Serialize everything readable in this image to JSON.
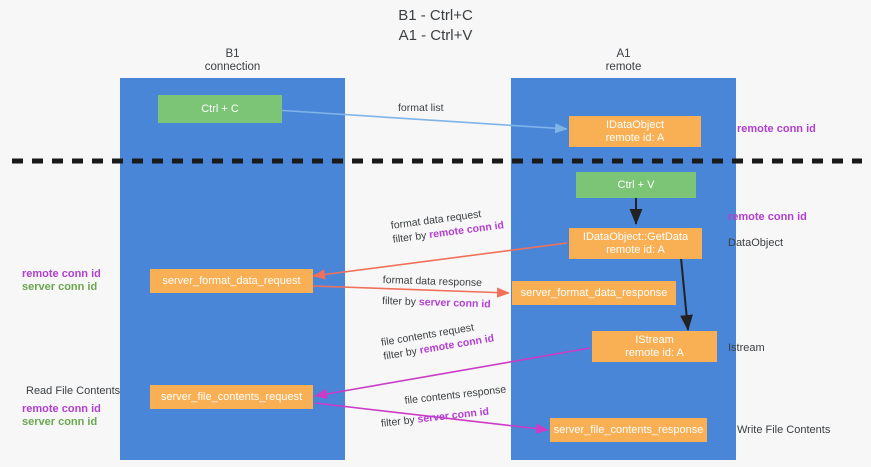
{
  "title": "B1 - Ctrl+C\nA1 - Ctrl+V",
  "lanes": [
    {
      "name": "B1",
      "sub": "connection",
      "header": "B1\nconnection"
    },
    {
      "name": "A1",
      "sub": "remote",
      "header": "A1\nremote"
    }
  ],
  "boxes": {
    "ctrl_c": {
      "line1": "Ctrl + C"
    },
    "idataobject": {
      "line1": "IDataObject",
      "line2": "remote id: A"
    },
    "ctrl_v": {
      "line1": "Ctrl + V"
    },
    "getdata": {
      "line1": "IDataObject::GetData",
      "line2": "remote id: A"
    },
    "server_format_data_request": {
      "line1": "server_format_data_request"
    },
    "server_format_data_response": {
      "line1": "server_format_data_response"
    },
    "istream": {
      "line1": "IStream",
      "line2": "remote id: A"
    },
    "server_file_contents_request": {
      "line1": "server_file_contents_request"
    },
    "server_file_contents_response": {
      "line1": "server_file_contents_response"
    }
  },
  "edge_labels": {
    "format_list": "format list",
    "format_data_request": "format data request",
    "format_data_request_filter_pre": "filter by ",
    "format_data_request_filter_key": "remote conn id",
    "format_data_response": "format data response",
    "format_data_response_filter_pre": "filter by ",
    "format_data_response_filter_key": "server conn id",
    "file_contents_request": "file contents request",
    "file_contents_request_filter_pre": "filter by ",
    "file_contents_request_filter_key": "remote conn id",
    "file_contents_response": "file contents response",
    "file_contents_response_filter_pre": "filter by ",
    "file_contents_response_filter_key": "server conn id"
  },
  "right_labels": {
    "remote_conn_id_top": "remote conn id",
    "remote_conn_id_mid": "remote conn id",
    "dataobject": "DataObject",
    "istream": "Istream",
    "write_file_contents": "Write File Contents"
  },
  "left_labels": {
    "remote_conn_id_mid": "remote conn id",
    "server_conn_id_mid": "server conn id",
    "read_file_contents": "Read File Contents",
    "remote_conn_id_bottom": "remote conn id",
    "server_conn_id_bottom": "server conn id"
  },
  "colors": {
    "lane": "#4a86d8",
    "green_box": "#7cc576",
    "orange_box": "#f9b054",
    "purple": "#b23fd0",
    "green_text": "#6aa84f",
    "red_arrow": "#f0705a",
    "magenta_arrow": "#cc3cc6",
    "blue_arrow": "#7fb4e8",
    "divider": "#1a1a1a",
    "background": "#f7f7f7"
  }
}
